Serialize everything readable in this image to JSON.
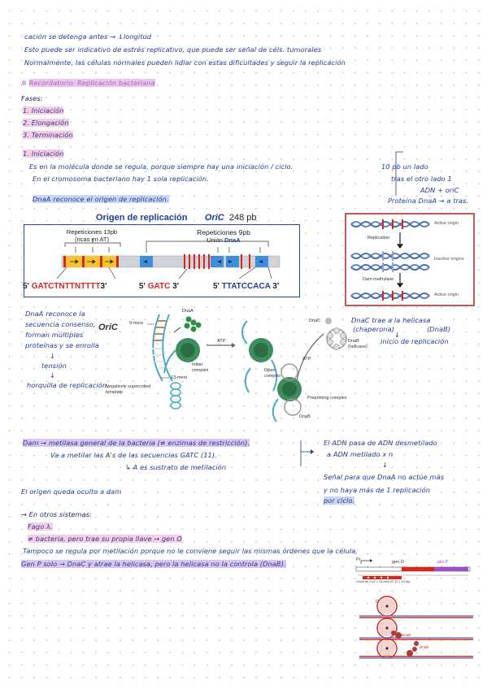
{
  "notes": {
    "intro": [
      "cación se detenga antes → ↓longitud",
      "Esto puede ser indicativo de estrés replicativo, que puede ser señal de céls. tumorales",
      "Normalmente, las células normales pueden lidiar con estas dificultades y seguir la replicación"
    ],
    "recap_title": "Recordatorio: Replicación bacteriana",
    "phases_label": "Fases:",
    "phases": [
      "1. Iniciación",
      "2. Elongación",
      "3. Terminación"
    ],
    "initiation_title": "1. Iniciación",
    "initiation_lines": [
      "Es en la molécula donde se regula, porque siempre hay una iniciación / ciclo.",
      "En el cromosoma bacteriano hay 1 sola replicación.",
      "DnaA reconoce el origen de replicación."
    ],
    "right_notes": [
      "10 pb un lado",
      "tras el otro lado 1",
      "ADN + oriC",
      "Proteína DnaA → a tras."
    ]
  },
  "oric_figure": {
    "title": "Origen de replicación",
    "title_italic": "OriC",
    "size": "248 pb",
    "rep13_label": "Repeticiones 13pb",
    "rep13_sub": "(ricas en AT)",
    "rep9_label": "Repeticiones 9pb",
    "rep9_sub_prefix": "Unión",
    "rep9_sub_protein": "DnaA",
    "seq_left_prefix": "5' ",
    "seq_left_seq": "GATCTNTTNTTTT",
    "seq_left_suffix": "3'",
    "seq_mid_prefix": "5' ",
    "seq_mid_seq": "GATC",
    "seq_mid_suffix": " 3'",
    "seq_right_prefix": "5' ",
    "seq_right_seq": "TTATCCACA",
    "seq_right_suffix": " 3'"
  },
  "dam_figure": {
    "label_active_top": "Active origin",
    "label_replication": "Replication",
    "label_inactive": "Inactive origins",
    "label_dam": "Dam methylase",
    "label_active_bottom": "Active origin"
  },
  "initiation_figure": {
    "oric_label": "OriC",
    "mers9": "9-mers",
    "mers13": "13-mers",
    "dnaa": "DnaA",
    "neg_super": "Negatively supercoiled template",
    "initial_complex": "Initial complex",
    "atp1": "ATP",
    "open_complex": "Open complex",
    "atp2": "ATP",
    "dnac": "DnaC",
    "dnab_helicase": "DnaB (helicase)",
    "prepriming": "Prepriming complex",
    "dnab": "DnaB"
  },
  "left_side_notes": [
    "DnaA reconoce la",
    "secuencia consenso,",
    "forman múltiples",
    "proteínas y se enrolla",
    "↓",
    "tensión",
    "↓",
    "horquilla de replicación."
  ],
  "right_side_notes": [
    "DnaC trae a la helicasa",
    "(chaperona)",
    "(DnaB)",
    "↓",
    "inicio de replicación"
  ],
  "bottom_notes": {
    "dam_line": "Dam → metilasa general de la bacteria (≠ enzimas de restricción).",
    "dam_line2": "Va a metilar las A's de las secuencias GATC (11).",
    "dam_line3": "↳ A es sustrato de metilación",
    "right_col": [
      "El ADN pasa de ADN desmetilado",
      "a ADN metilado x n",
      "↓",
      "Señal para que DnaA no actúe más",
      "y no haya más de 1 replicación",
      "por ciclo."
    ],
    "origin_line": "El origen queda oculto a dam",
    "other_systems": "→ En otros sistemas:",
    "phage": "Fago λ.",
    "phage_line1": "≠ bacteria, pero trae su propia llave → gen O",
    "phage_line2": "Tampoco se regula por metilación porque no le conviene seguir las mismas órdenes que la célula.",
    "phage_line3": "Gen P solo → DnaC y atrae la helicasa, pero la helicasa no la controla (DnaB)."
  },
  "lambda_figure": {
    "pr": "Pr",
    "gen_o": "gen O",
    "gen_p": "gen P",
    "union_label": "Unión de O (4 × 19-mer)  AT (2 × 13 bp)",
    "o_label": "O",
    "dnab_label": "DnaB",
    "dnab_label2": "DnaB"
  }
}
